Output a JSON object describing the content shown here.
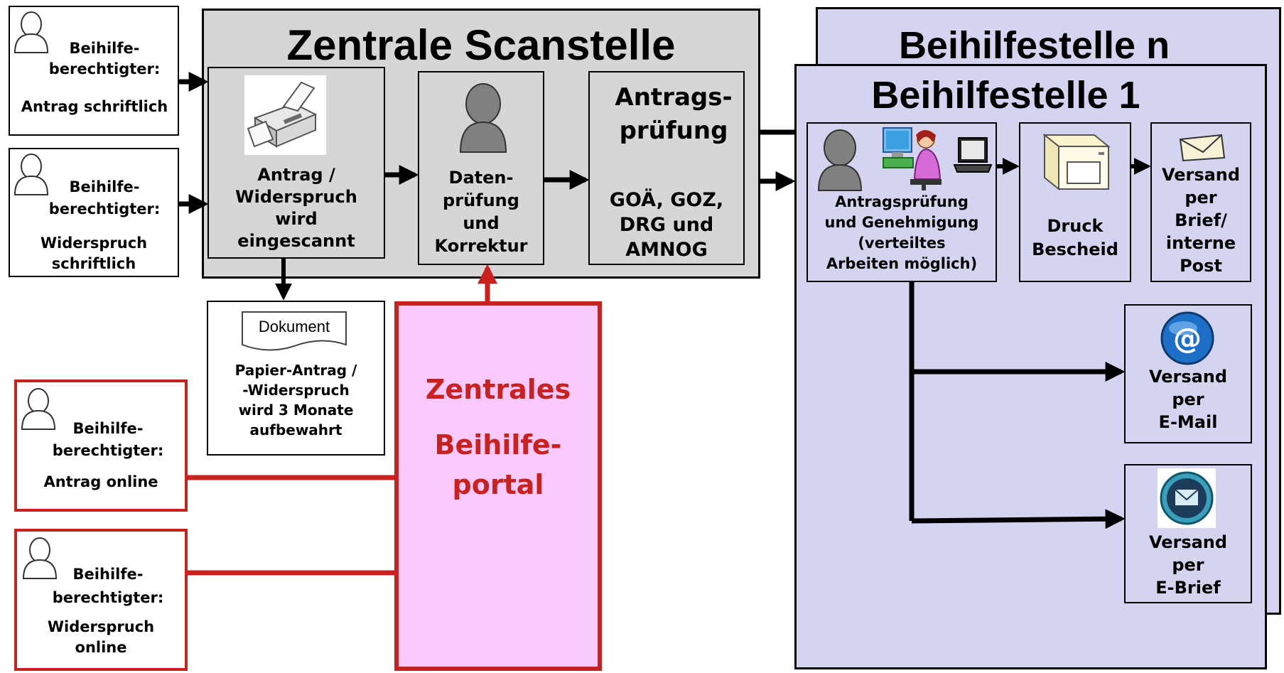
{
  "scanstelle": {
    "title": "Zentrale Scanstelle",
    "scan_label": "Antrag /\nWiderspruch\nwird\neingescannt",
    "datenpruefung_label": "Daten-\nprüfung\nund\nKorrektur",
    "antragspruefung_title": "Antrags-\nprüfung",
    "antragspruefung_body": "GOÄ, GOZ,\nDRG und\nAMNOG"
  },
  "paper_inputs": [
    {
      "role": "Beihilfe-\nberechtigter:",
      "action": "Antrag schriftlich"
    },
    {
      "role": "Beihilfe-\nberechtigter:",
      "action": "Widerspruch\nschriftlich"
    }
  ],
  "online_inputs": [
    {
      "role": "Beihilfe-\nberechtigter:",
      "action": "Antrag online"
    },
    {
      "role": "Beihilfe-\nberechtigter:",
      "action": "Widerspruch\nonline"
    }
  ],
  "archive": {
    "doc_label": "Dokument",
    "text": "Papier-Antrag /\n-Widerspruch\nwird 3 Monate\naufbewahrt"
  },
  "portal": {
    "line1": "Zentrales",
    "line2": "Beihilfe-\nportal"
  },
  "beihilfestelle_n": {
    "title": "Beihilfestelle n"
  },
  "beihilfestelle_1": {
    "title": "Beihilfestelle 1",
    "pruefung_label": "Antragsprüfung\nund Genehmigung\n(verteiltes\nArbeiten möglich)",
    "druck_label": "Druck\nBescheid",
    "versand_brief": "Versand\nper\nBrief/\ninterne\nPost",
    "versand_email": "Versand\nper\nE-Mail",
    "versand_ebrief": "Versand\nper\nE-Brief"
  },
  "colors": {
    "scan_bg": "#d6d6d6",
    "stelle_bg": "#d4d4f0",
    "portal_bg": "#fcc9fc",
    "red": "#c9211e"
  },
  "icons": [
    "person-icon",
    "scanner-icon",
    "computer-user-icon",
    "laptop-icon",
    "printer-icon",
    "envelope-icon",
    "email-at-icon",
    "e-brief-icon"
  ]
}
